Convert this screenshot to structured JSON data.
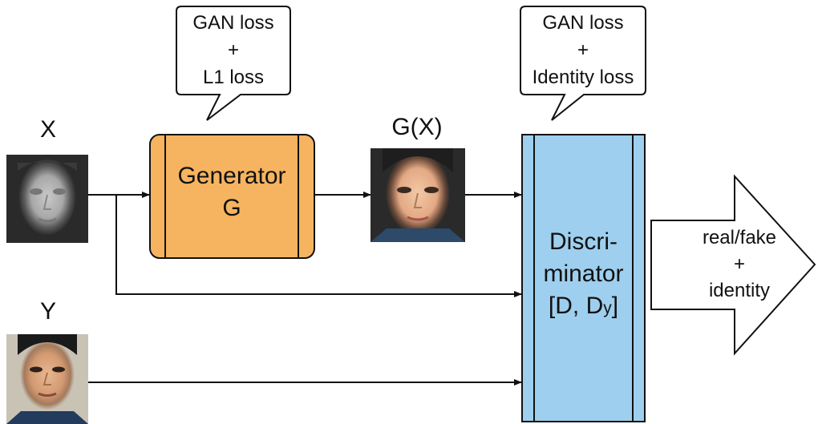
{
  "inputs": {
    "x_label": "X",
    "y_label": "Y",
    "gx_label": "G(X)"
  },
  "generator": {
    "line1": "Generator",
    "line2": "G",
    "callout": {
      "line1": "GAN loss",
      "line2": "+",
      "line3": "L1 loss"
    }
  },
  "discriminator": {
    "line1": "Discri-",
    "line2": "minator",
    "line3_main": "[D, D",
    "line3_sub": "y",
    "line3_end": "]",
    "callout": {
      "line1": "GAN loss",
      "line2": "+",
      "line3": "Identity loss"
    }
  },
  "output": {
    "line1": "real/fake",
    "line2": "+",
    "line3": "identity"
  },
  "colors": {
    "generator_fill": "#f6b460",
    "discriminator_fill": "#9ecfee",
    "line": "#111111"
  }
}
